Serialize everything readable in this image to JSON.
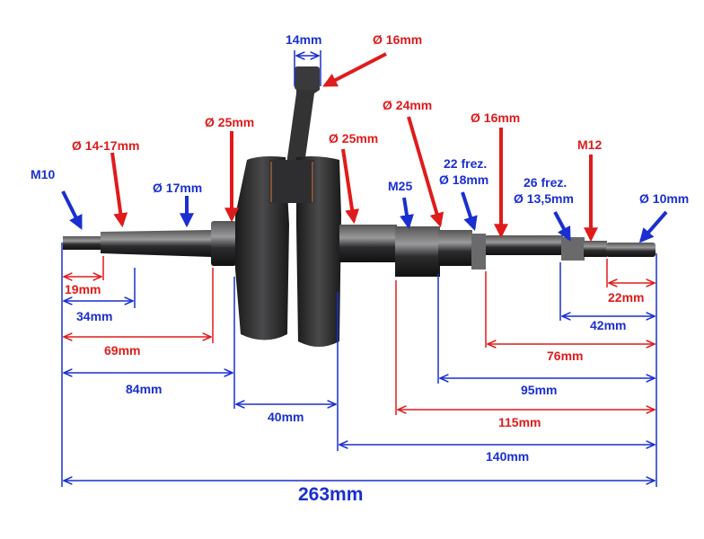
{
  "colors": {
    "red": "#e01b1b",
    "blue": "#1a2fd0",
    "metal": "#2a2a2c"
  },
  "callouts": {
    "m10": "M10",
    "d14_17": "Ø 14-17mm",
    "d17": "Ø 17mm",
    "d25_left": "Ø 25mm",
    "w14": "14mm",
    "d16_top": "Ø 16mm",
    "d25_right": "Ø 25mm",
    "d24": "Ø 24mm",
    "m25": "M25",
    "spline22_count": "22 frez.",
    "spline22_dia": "Ø 18mm",
    "d16_right": "Ø 16mm",
    "spline26_count": "26 frez.",
    "spline26_dia": "Ø 13,5mm",
    "m12": "M12",
    "d10": "Ø 10mm"
  },
  "dimensions": {
    "l19": "19mm",
    "l34": "34mm",
    "l69": "69mm",
    "l84": "84mm",
    "l40": "40mm",
    "l22": "22mm",
    "l42": "42mm",
    "l76": "76mm",
    "l95": "95mm",
    "l115": "115mm",
    "l140": "140mm",
    "total": "263mm"
  }
}
